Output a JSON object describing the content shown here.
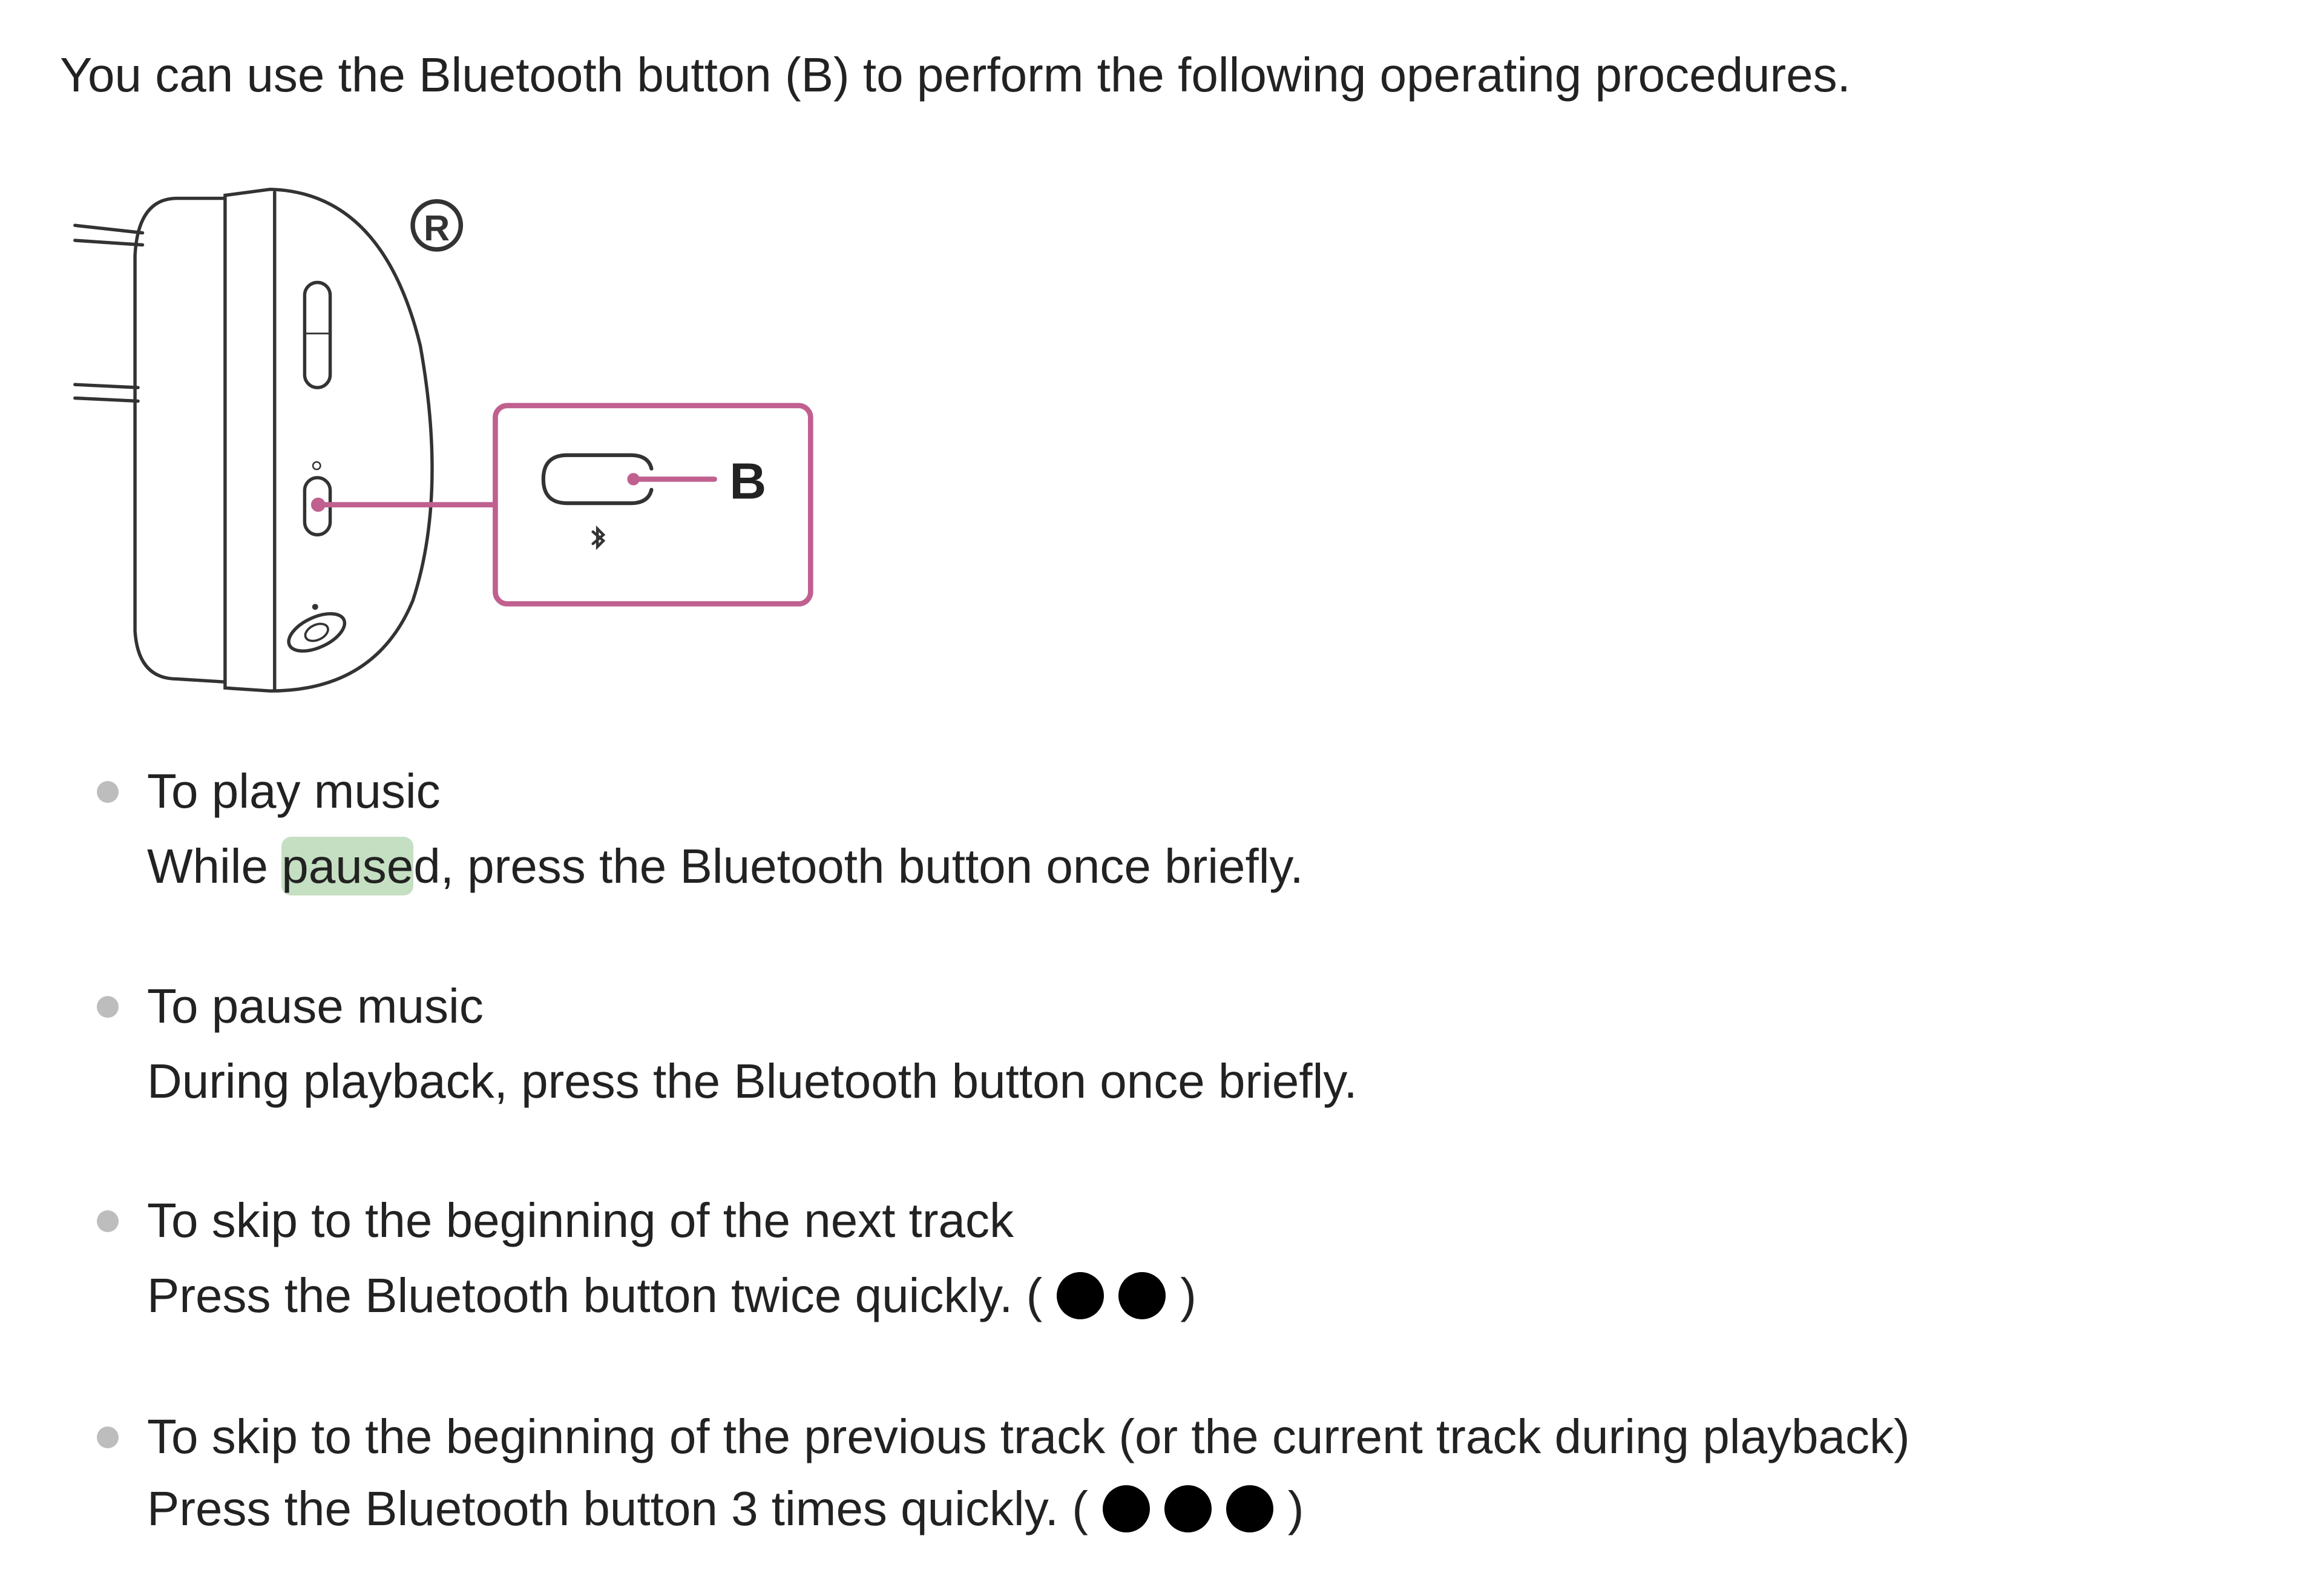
{
  "intro": "You can use the Bluetooth button (B) to perform the following operating procedures.",
  "illustration": {
    "side_label": "R",
    "button_label": "B",
    "accent_color": "#c0608f"
  },
  "items": [
    {
      "title": "To play music",
      "desc_pre": "While ",
      "desc_highlight": "pause",
      "desc_post": "d, press the Bluetooth button once briefly.",
      "highlight_color": "#c5dfc2"
    },
    {
      "title": "To pause music",
      "desc": "During playback, press the Bluetooth button once briefly."
    },
    {
      "title": "To skip to the beginning of the next track",
      "desc_pre": "Press the Bluetooth button twice quickly. (",
      "desc_post": ")",
      "presses": 2
    },
    {
      "title": "To skip to the beginning of the previous track (or the current track during playback)",
      "desc_pre": "Press the Bluetooth button 3 times quickly. (",
      "desc_post": ")",
      "presses": 3
    }
  ]
}
